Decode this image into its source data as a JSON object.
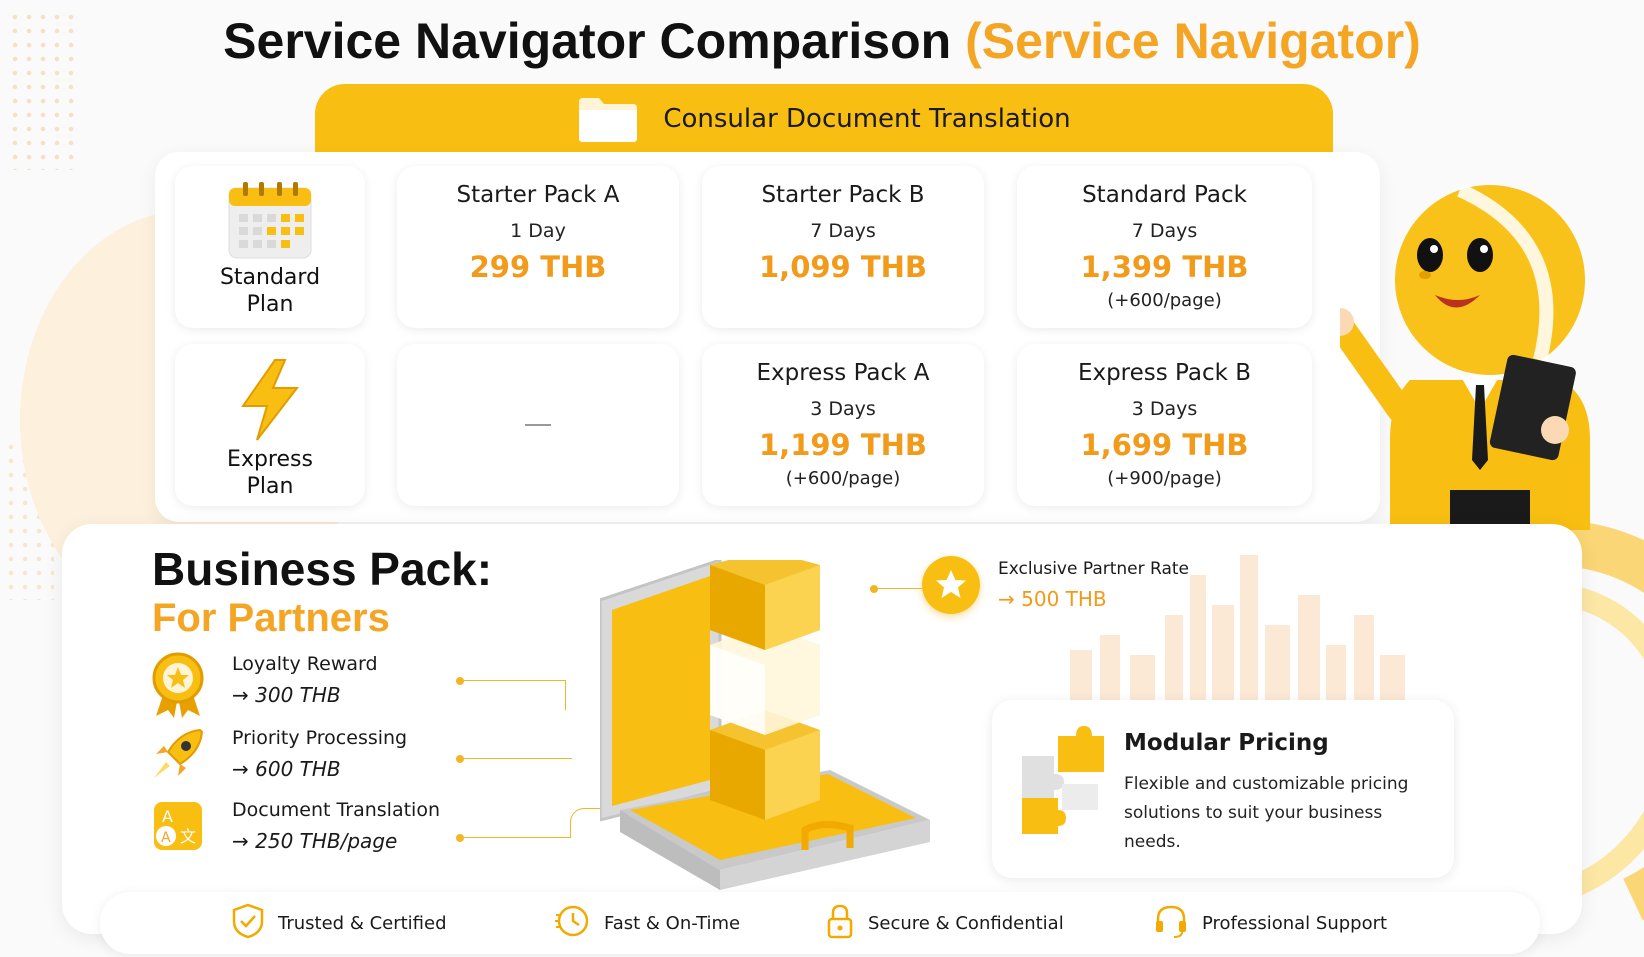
{
  "header": {
    "title_main": "Service Navigator Comparison",
    "title_sub": "(Service Navigator)"
  },
  "banner": {
    "label": "Consular Document Translation",
    "icon": "folder-icon"
  },
  "plans": {
    "standard": {
      "label_line1": "Standard",
      "label_line2": "Plan",
      "icon": "calendar-icon"
    },
    "express": {
      "label_line1": "Express",
      "label_line2": "Plan",
      "icon": "lightning-icon"
    }
  },
  "packs": {
    "starter_a": {
      "name": "Starter Pack A",
      "days": "1 Day",
      "price": "299 THB"
    },
    "starter_b": {
      "name": "Starter Pack B",
      "days": "7 Days",
      "price": "1,099 THB"
    },
    "standard": {
      "name": "Standard Pack",
      "days": "7 Days",
      "price": "1,399 THB",
      "extra": "(+600/page)"
    },
    "express_a": {
      "name": "Express Pack A",
      "days": "3 Days",
      "price": "1,199 THB",
      "extra": "(+600/page)"
    },
    "express_b": {
      "name": "Express Pack B",
      "days": "3 Days",
      "price": "1,699 THB",
      "extra": "(+900/page)"
    }
  },
  "business": {
    "title": "Business Pack:",
    "subtitle": "For Partners",
    "features": [
      {
        "label": "Loyalty Reward",
        "value": "→ 300 THB",
        "icon": "medal-icon"
      },
      {
        "label": "Priority Processing",
        "value": "→ 600 THB",
        "icon": "rocket-icon"
      },
      {
        "label": "Document Translation",
        "value": "→ 250 THB/page",
        "icon": "translate-icon"
      }
    ],
    "partner": {
      "label": "Exclusive Partner Rate",
      "value": "→ 500 THB",
      "icon": "star-icon"
    },
    "modular": {
      "title": "Modular Pricing",
      "description": "Flexible and customizable pricing solutions to suit your business needs.",
      "icon": "puzzle-icon"
    }
  },
  "footer": {
    "items": [
      {
        "label": "Trusted & Certified",
        "icon": "shield-check-icon"
      },
      {
        "label": "Fast & On-Time",
        "icon": "clock-icon"
      },
      {
        "label": "Secure & Confidential",
        "icon": "lock-icon"
      },
      {
        "label": "Professional Support",
        "icon": "headset-icon"
      }
    ]
  },
  "colors": {
    "accent": "#f8be12",
    "price": "#f29a1a",
    "subtitle": "#f5a524"
  }
}
